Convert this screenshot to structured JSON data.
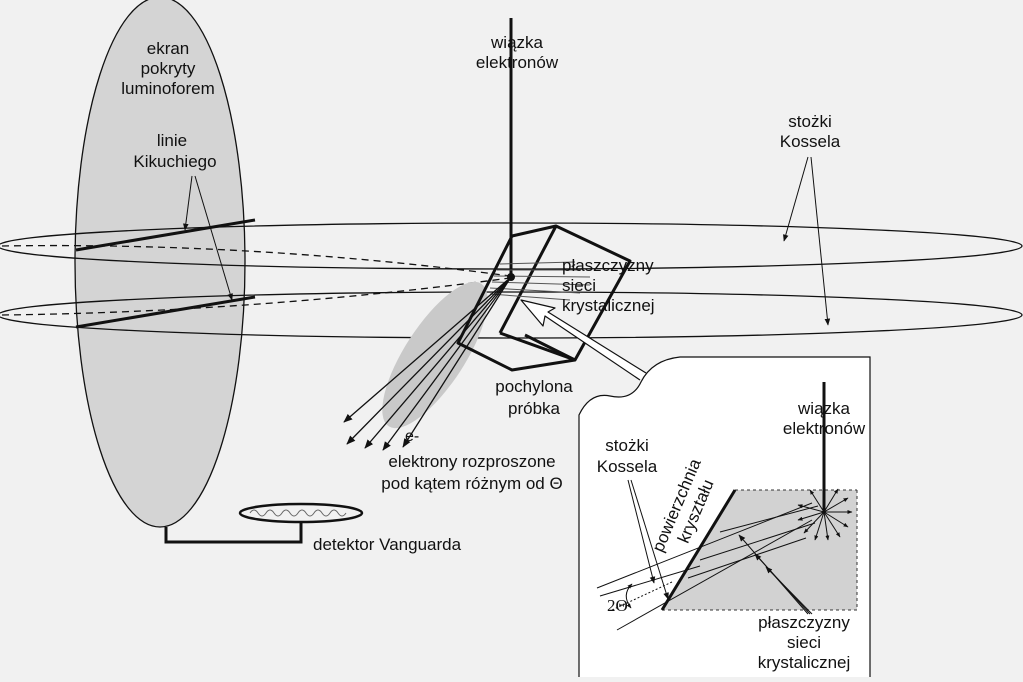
{
  "labels": {
    "screen_line1": "ekran",
    "screen_line2": "pokryty",
    "screen_line3": "luminoforem",
    "kikuchi_line1": "linie",
    "kikuchi_line2": "Kikuchiego",
    "beam_line1": "wiązka",
    "beam_line2": "elektronów",
    "kossel_line1": "stożki",
    "kossel_line2": "Kossela",
    "planes_line1": "płaszczyzny",
    "planes_line2": "sieci",
    "planes_line3": "krystalicznej",
    "sample_line1": "pochylona",
    "sample_line2": "próbka",
    "e_minus": "e-",
    "scattered_line1": "elektrony rozproszone",
    "scattered_line2": "pod kątem różnym od Θ",
    "detector": "detektor Vanguarda"
  },
  "inset": {
    "beam_line1": "wiązka",
    "beam_line2": "elektronów",
    "kossel_line1": "stożki",
    "kossel_line2": "Kossela",
    "surface_line1": "powierzchnia",
    "surface_line2": "kryształu",
    "angle": "2Θ",
    "planes_line1": "płaszczyzny",
    "planes_line2": "sieci",
    "planes_line3": "krystalicznej"
  },
  "colors": {
    "background": "#f1f1f1",
    "screen_fill": "#d4d4d4",
    "ink": "#111111",
    "inset_fill": "#ffffff",
    "inset_crystal": "#d2d2d2"
  }
}
